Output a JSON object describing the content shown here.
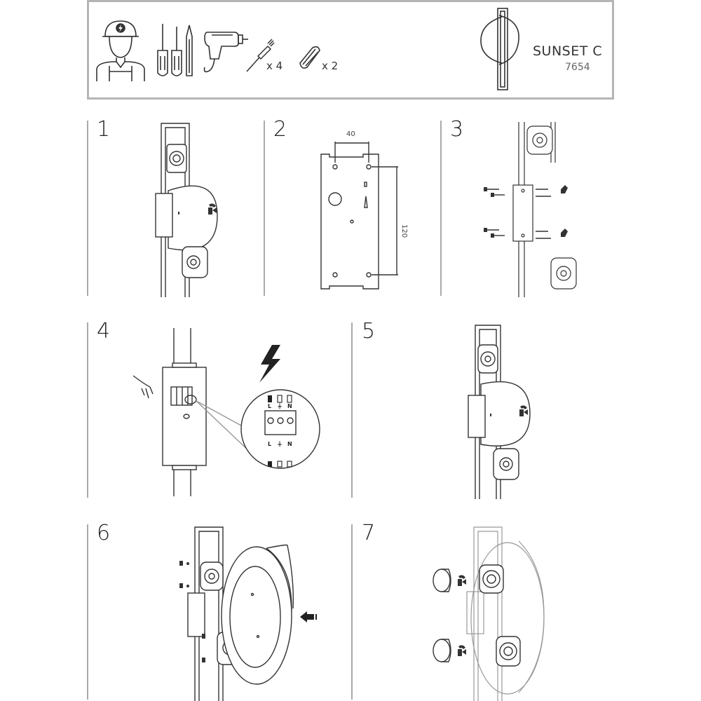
{
  "header": {
    "product_name": "SUNSET C",
    "product_code": "7654",
    "dowel_qty": "x 4",
    "cap_qty": "x 2"
  },
  "steps": [
    {
      "number": "1"
    },
    {
      "number": "2",
      "dim_width": "40",
      "dim_height": "120"
    },
    {
      "number": "3"
    },
    {
      "number": "4",
      "terminals_top": [
        "L",
        "⏚",
        "N"
      ],
      "terminals_bottom": [
        "L",
        "⏚",
        "N"
      ]
    },
    {
      "number": "5"
    },
    {
      "number": "6"
    },
    {
      "number": "7"
    }
  ],
  "colors": {
    "line": "#333333",
    "frame": "#b5b5b5",
    "divider": "#aaaaaa"
  }
}
